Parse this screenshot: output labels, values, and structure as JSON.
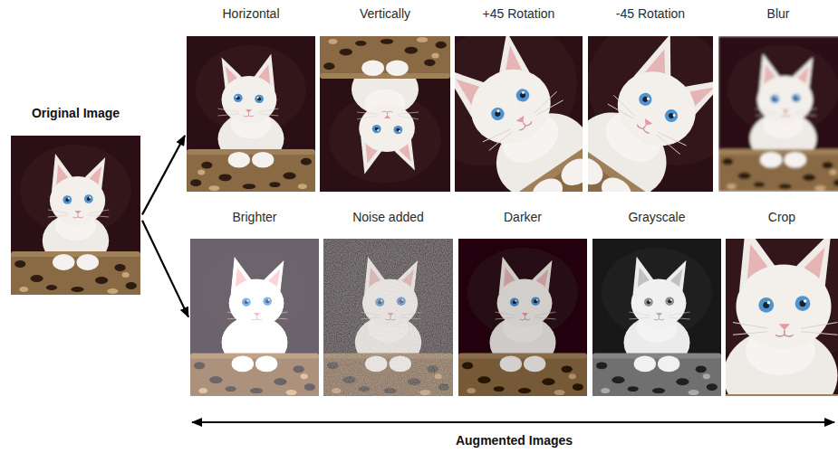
{
  "diagram": {
    "nodes": [
      {
        "text": [
          "Original Image"
        ]
      },
      {
        "text": [
          "Horizontal"
        ]
      },
      {
        "text": [
          "Vertically"
        ]
      },
      {
        "text": [
          "+45 Rotation"
        ]
      },
      {
        "text": [
          "-45 Rotation"
        ]
      },
      {
        "text": [
          "Blur"
        ]
      },
      {
        "text": [
          "Brighter"
        ]
      },
      {
        "text": [
          "Noise added"
        ]
      },
      {
        "text": [
          "Darker"
        ]
      },
      {
        "text": [
          "Grayscale"
        ]
      },
      {
        "text": [
          "Crop"
        ]
      }
    ],
    "edges": [
      {
        "from": 0,
        "to": 1,
        "arrow": "to"
      },
      {
        "from": 0,
        "to": 6,
        "arrow": "to"
      }
    ],
    "labels": [
      "Augmented Images"
    ]
  }
}
